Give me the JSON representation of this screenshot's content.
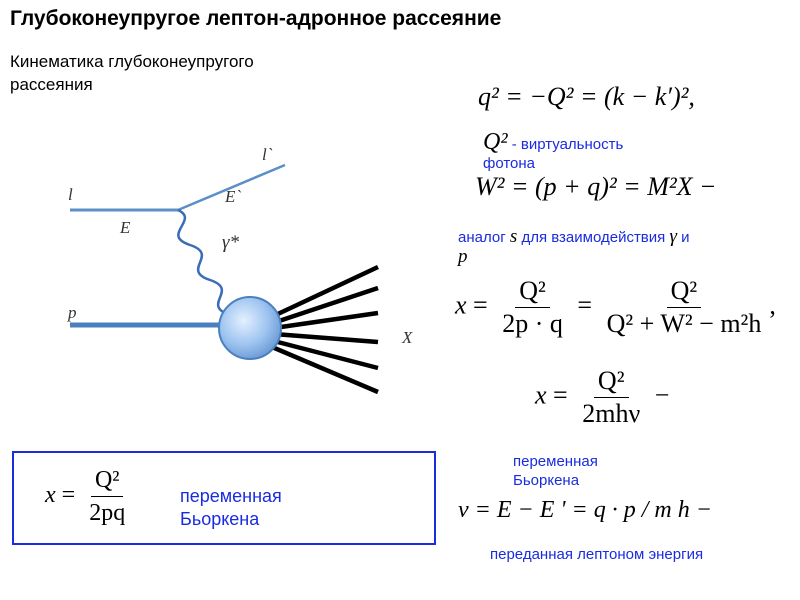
{
  "title": "Глубоконеупругое лептон-адронное рассеяние",
  "subtitle": "Кинематика глубоконеупругого рассеяния",
  "diagram": {
    "label_l": "l",
    "label_E": "E",
    "label_l_prime": "l`",
    "label_E_prime": "E`",
    "label_gamma": "γ*",
    "label_p": "p",
    "label_X": "X",
    "colors": {
      "lepton_line": "#5b8fc9",
      "proton_line": "#4a7fc0",
      "photon": "#3a6db5",
      "blob": "#9ec4f0",
      "outgoing": "#000000"
    }
  },
  "equations": {
    "q2": "q² = −Q² = (k − k′)²,",
    "q2_note_symbol": "Q²",
    "q2_note_text": " - виртуальность фотона",
    "w2": "W² = (p + q)² = M²X −",
    "w2_note_text": "аналог ",
    "w2_note_s": "s",
    "w2_note_text2": " для взаимодействия ",
    "w2_note_gamma": "γ",
    "w2_note_text3": " и",
    "w2_note_p": "p",
    "x_def_num": "Q²",
    "x_def_den": "2p · q",
    "x_def_num2": "Q²",
    "x_def_den2": "Q² + W² − m²h",
    "x2_num": "Q²",
    "x2_den": "2mhν",
    "x2_suffix": "−",
    "bjorken_note": "переменная Бьоркена",
    "nu": "ν = E − E ' = q · p / m h −",
    "nu_note": "переданная лептоном энергия"
  },
  "boxed": {
    "num": "Q²",
    "den": "2pq",
    "label": "переменная Бьоркена"
  }
}
